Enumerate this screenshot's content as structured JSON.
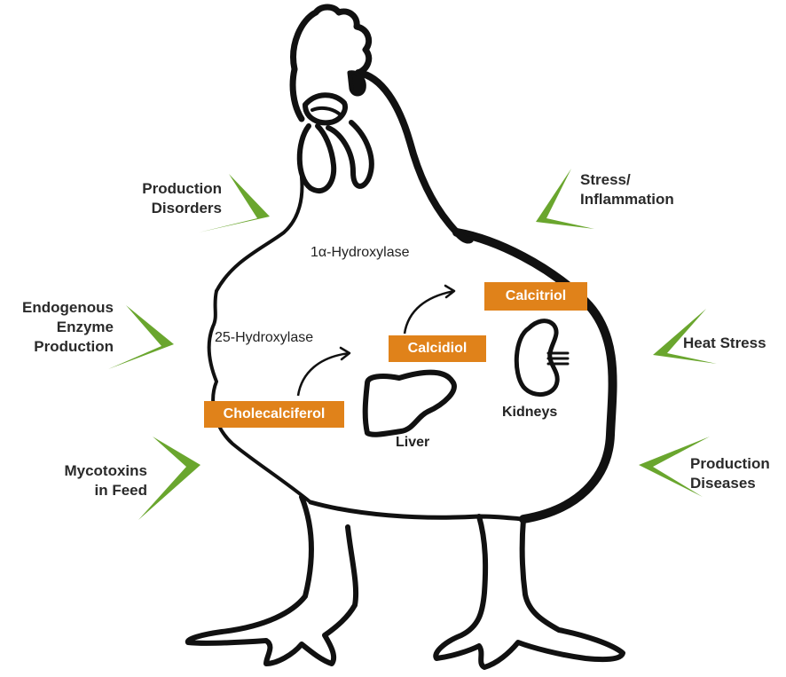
{
  "colors": {
    "outline": "#111111",
    "chevron": "#6aa62e",
    "chemical_box": "#e0821a",
    "chemical_text": "#ffffff"
  },
  "factors": {
    "production_disorders": "Production\nDisorders",
    "stress_inflammation": "Stress/\nInflammation",
    "endogenous_enzyme": "Endogenous\nEnzyme\nProduction",
    "heat_stress": "Heat Stress",
    "mycotoxins": "Mycotoxins\nin Feed",
    "production_diseases": "Production\nDiseases"
  },
  "enzymes": {
    "one_alpha": "1α-Hydroxylase",
    "twenty_five": "25-Hydroxylase"
  },
  "chemicals": {
    "cholecalciferol": "Cholecalciferol",
    "calcidiol": "Calcidiol",
    "calcitriol": "Calcitriol"
  },
  "organs": {
    "liver": "Liver",
    "kidneys": "Kidneys"
  },
  "icons": {
    "chevron": "chevron-icon",
    "chicken": "chicken-outline-icon",
    "liver": "liver-icon",
    "kidney": "kidney-icon",
    "arrow": "curved-arrow-icon"
  }
}
